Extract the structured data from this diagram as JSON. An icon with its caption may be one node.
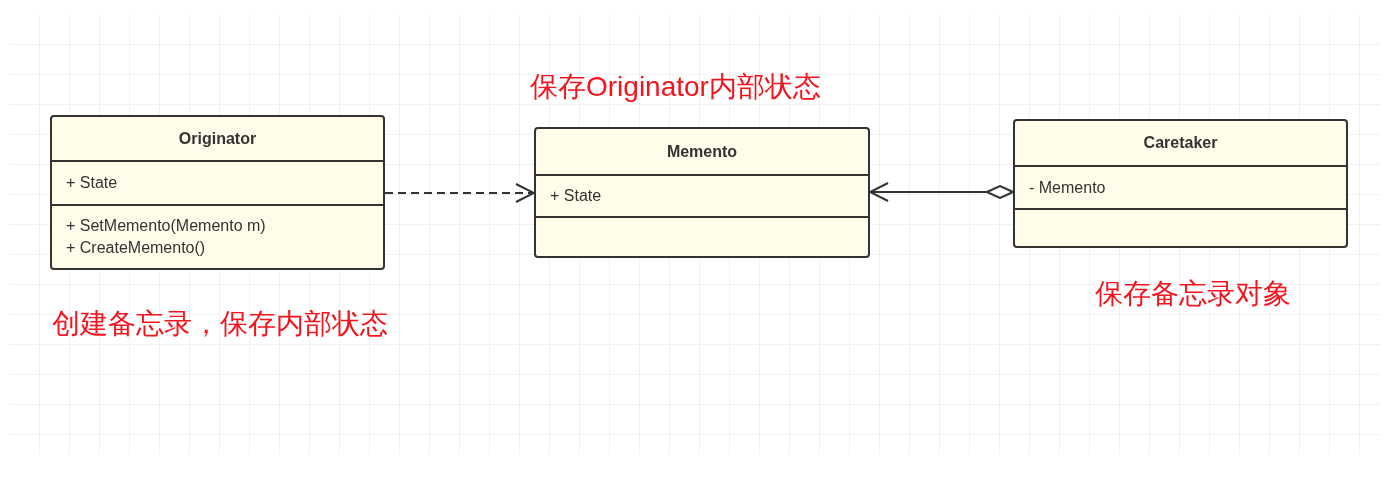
{
  "diagram": {
    "nodes": [
      {
        "text": [
          "Originator",
          "+ State",
          "+ SetMemento(Memento m)",
          "+ CreateMemento()"
        ]
      },
      {
        "text": [
          "Memento",
          "+ State"
        ]
      },
      {
        "text": [
          "Caretaker",
          "- Memento"
        ]
      }
    ],
    "edges": [
      {
        "from": 0,
        "to": 1,
        "arrow": "to",
        "style": "dashed"
      },
      {
        "from": 2,
        "to": 1,
        "arrow": "to"
      }
    ],
    "labels": [
      "保存Originator内部状态",
      "创建备忘录，保存内部状态",
      "保存备忘录对象"
    ]
  }
}
